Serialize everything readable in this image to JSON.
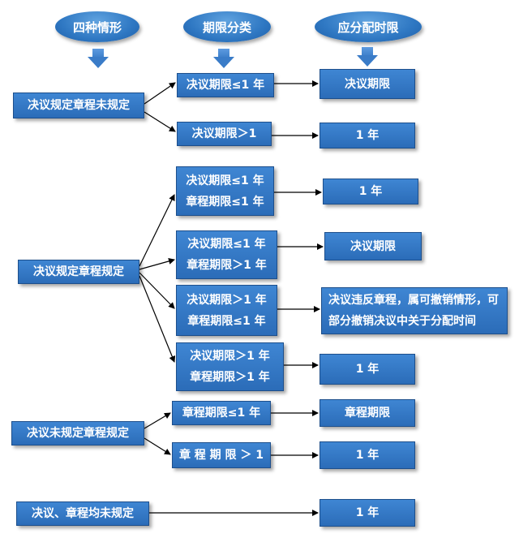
{
  "headers": [
    "四种情形",
    "期限分类",
    "应分配时限"
  ],
  "cases": [
    {
      "label": "决议规定章程未规定",
      "branches": [
        {
          "conditions": [
            "决议期限≤1 年"
          ],
          "result": "决议期限"
        },
        {
          "conditions": [
            "决议期限＞1"
          ],
          "result": "1 年"
        }
      ]
    },
    {
      "label": "决议规定章程规定",
      "branches": [
        {
          "conditions": [
            "决议期限≤1 年",
            "章程期限≤1 年"
          ],
          "result": "1 年"
        },
        {
          "conditions": [
            "决议期限≤1 年",
            "章程期限＞1 年"
          ],
          "result": "决议期限"
        },
        {
          "conditions": [
            "决议期限＞1 年",
            "章程期限≤1 年"
          ],
          "result": "决议违反章程，属可撤销情形，可部分撤销决议中关于分配时间"
        },
        {
          "conditions": [
            "决议期限＞1 年",
            "章程期限＞1 年"
          ],
          "result": "1 年"
        }
      ]
    },
    {
      "label": "决议未规定章程规定",
      "branches": [
        {
          "conditions": [
            "章程期限≤1 年"
          ],
          "result": "章程期限"
        },
        {
          "conditions": [
            "章 程 期 限 ＞ 1"
          ],
          "result": "1 年"
        }
      ]
    },
    {
      "label": "决议、章程均未规定",
      "branches": [
        {
          "conditions": [],
          "result": "1 年"
        }
      ]
    }
  ],
  "colors": {
    "box_fill": "#3579c7",
    "arrow": "#000000",
    "header_fill": "#2f78c3",
    "text": "#ffffff"
  }
}
